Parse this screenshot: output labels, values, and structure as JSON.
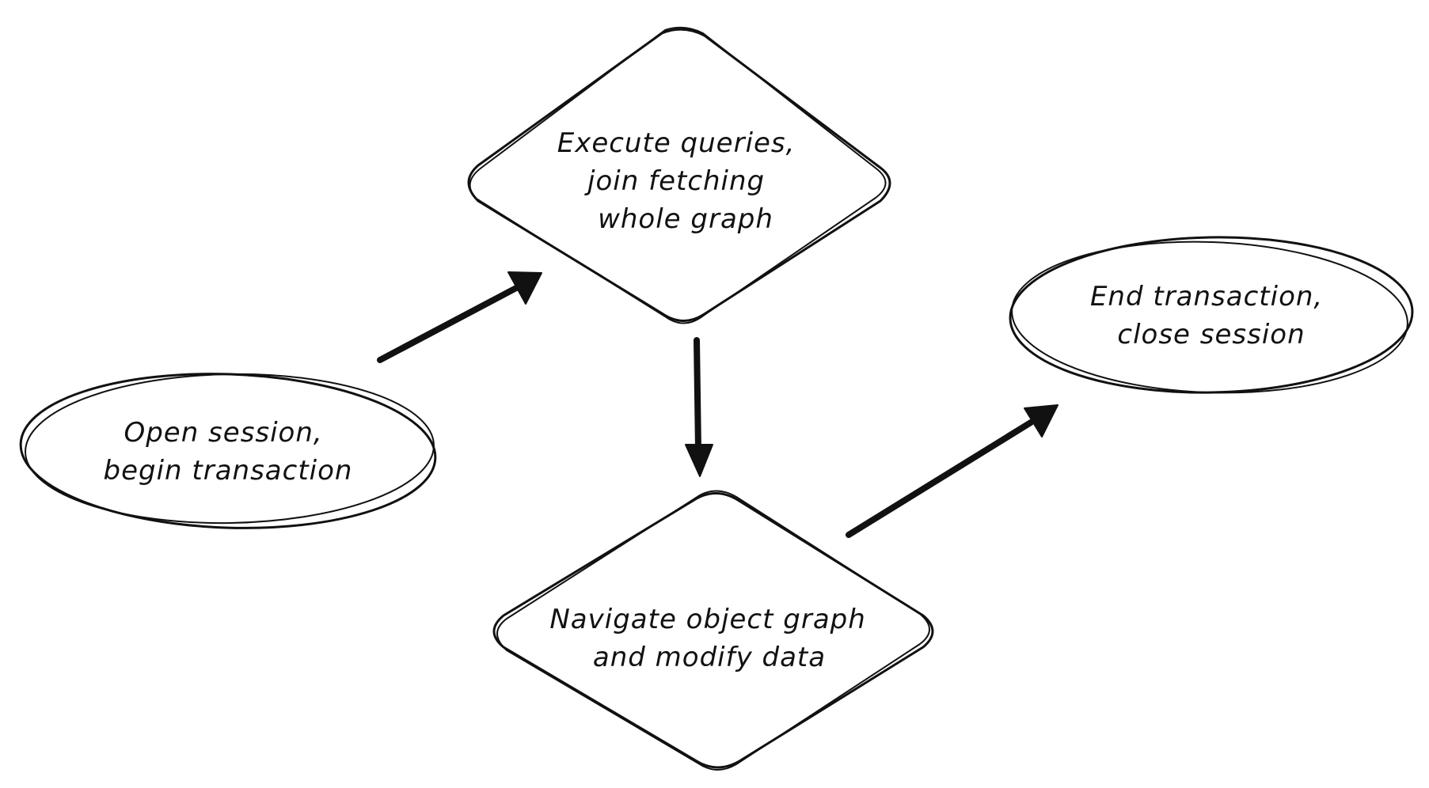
{
  "nodes": {
    "open_session": {
      "shape": "ellipse",
      "lines": [
        "Open session,",
        "begin transaction"
      ]
    },
    "execute_queries": {
      "shape": "diamond",
      "lines": [
        "Execute queries,",
        "join fetching",
        "whole graph"
      ]
    },
    "navigate_graph": {
      "shape": "diamond",
      "lines": [
        "Navigate object graph",
        "and modify data"
      ]
    },
    "end_transaction": {
      "shape": "ellipse",
      "lines": [
        "End transaction,",
        "close session"
      ]
    }
  },
  "edges": [
    {
      "from": "open_session",
      "to": "execute_queries"
    },
    {
      "from": "execute_queries",
      "to": "navigate_graph"
    },
    {
      "from": "navigate_graph",
      "to": "end_transaction"
    }
  ],
  "colors": {
    "stroke": "#111111",
    "fill": "#ffffff",
    "background": "#ffffff"
  }
}
